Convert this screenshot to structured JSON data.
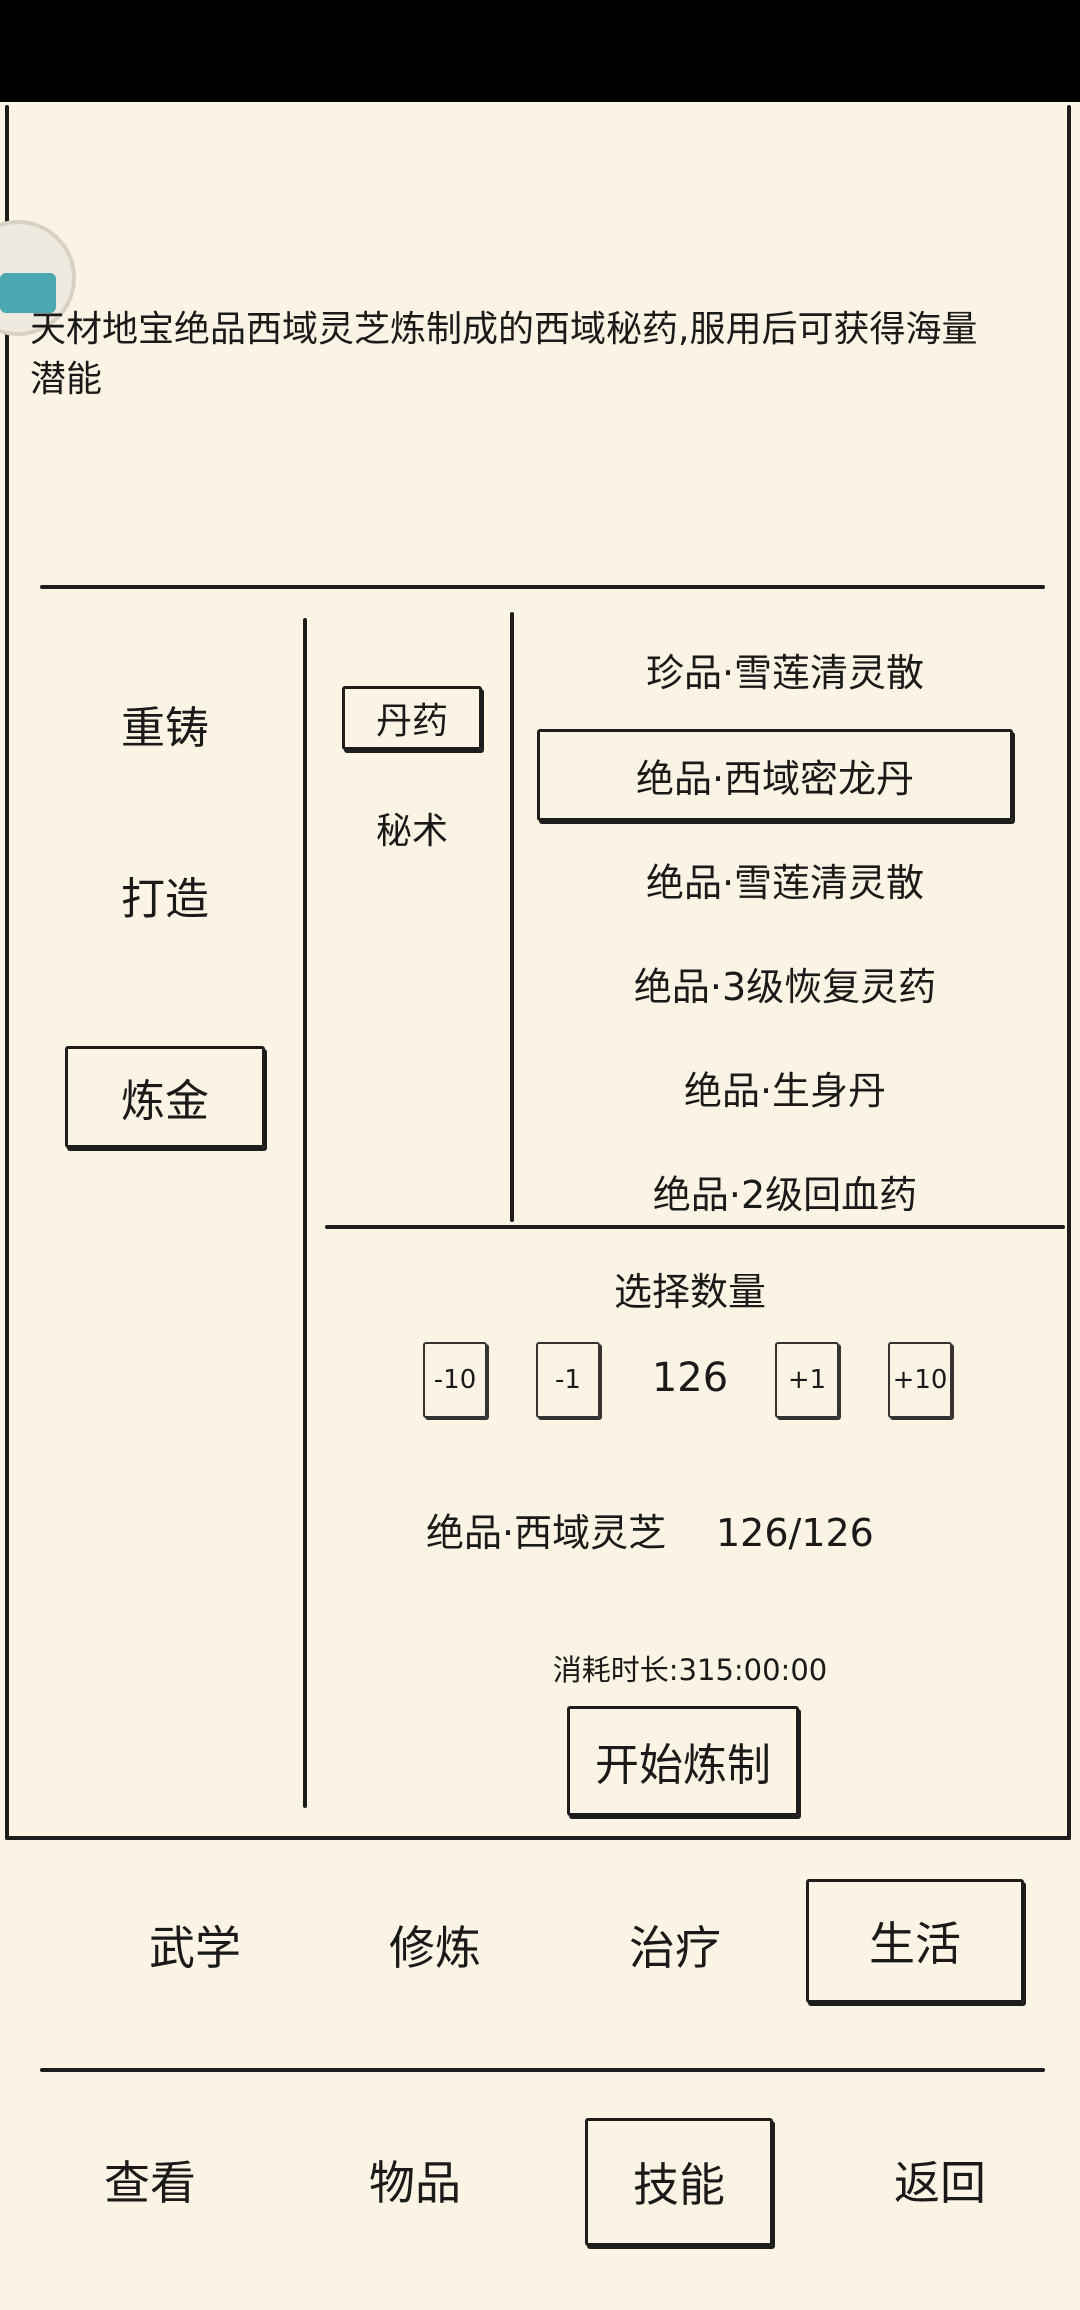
{
  "item_description": "天材地宝绝品西域灵芝炼制成的西域秘药,服用后可获得海量潜能",
  "left_menu": [
    "重铸",
    "打造",
    "炼金"
  ],
  "left_menu_selected": "炼金",
  "categories": [
    "丹药",
    "秘术"
  ],
  "category_selected": "丹药",
  "recipes": [
    "珍品·雪莲清灵散",
    "绝品·西域密龙丹",
    "绝品·雪莲清灵散",
    "绝品·3级恢复灵药",
    "绝品·生身丹",
    "绝品·2级回血药"
  ],
  "recipe_selected": "绝品·西域密龙丹",
  "quantity": {
    "title": "选择数量",
    "minus10": "-10",
    "minus1": "-1",
    "value": "126",
    "plus1": "+1",
    "plus10": "+10"
  },
  "material": {
    "name": "绝品·西域灵芝",
    "count": "126/126"
  },
  "duration": "消耗时长:315:00:00",
  "start_button": "开始炼制",
  "skill_tabs": [
    "武学",
    "修炼",
    "治疗",
    "生活"
  ],
  "skill_tab_selected": "生活",
  "bottom_nav": [
    "查看",
    "物品",
    "技能",
    "返回"
  ],
  "bottom_nav_selected": "技能"
}
